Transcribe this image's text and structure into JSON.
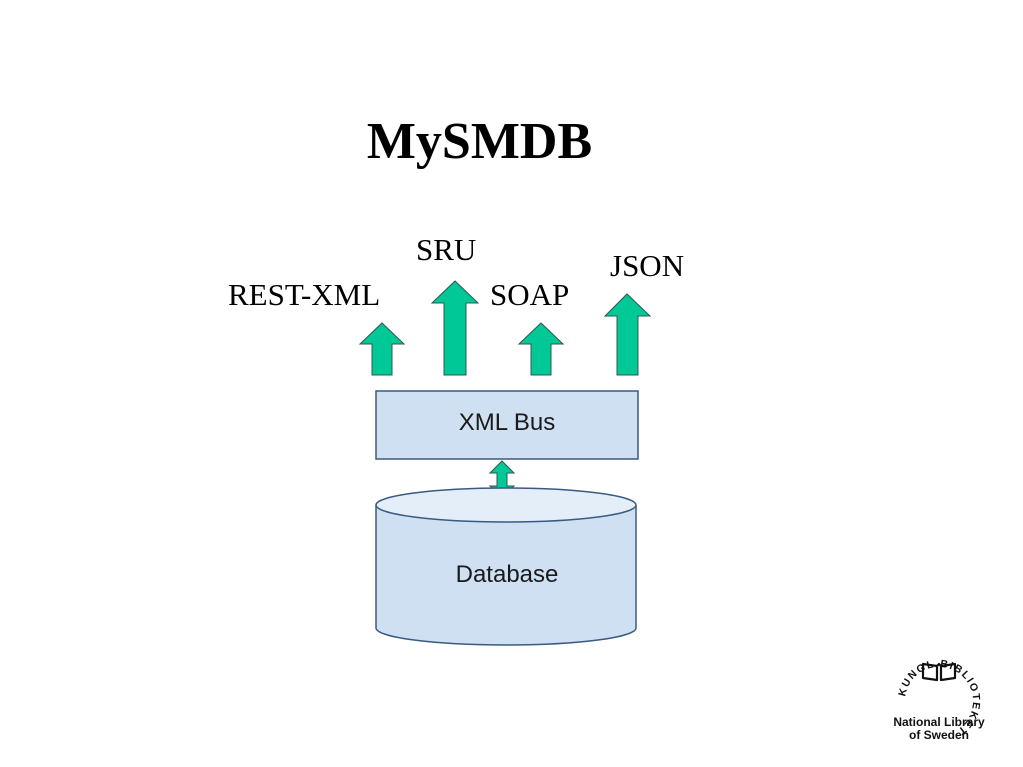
{
  "slide": {
    "title": "MySMDB"
  },
  "protocols": {
    "sru": "SRU",
    "json": "JSON",
    "rest_xml": "REST-XML",
    "soap": "SOAP"
  },
  "components": {
    "xml_bus": "XML Bus",
    "database": "Database"
  },
  "logo": {
    "ring_text": "KUNGL.BIBLIOTEKET",
    "caption_line1": "National Library",
    "caption_line2": "of Sweden"
  },
  "colors": {
    "arrow_fill": "#00c896",
    "arrow_stroke": "#2e5a4e",
    "box_fill": "#cfe0f2",
    "box_stroke": "#3a5a80",
    "cylinder_top": "#e4eef9"
  }
}
